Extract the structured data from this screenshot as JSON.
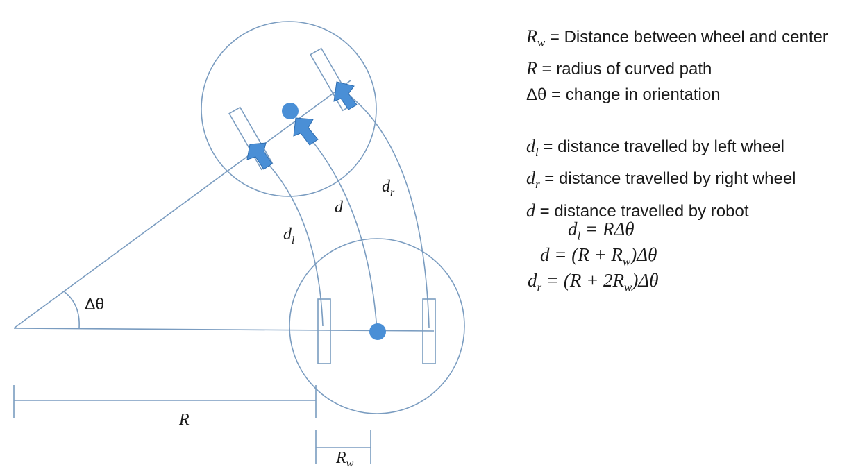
{
  "diagram_labels": {
    "delta_theta": "Δθ",
    "big_r": "R",
    "r_w_main": "R",
    "r_w_sub": "w",
    "d_l_main": "d",
    "d_l_sub": "l",
    "d_r_main": "d",
    "d_r_sub": "r",
    "d": "d"
  },
  "legend": [
    {
      "sym": "R",
      "sub": "w",
      "text": " = Distance between wheel and center"
    },
    {
      "sym": "R",
      "sub": "",
      "text": " = radius of curved path"
    },
    {
      "sym": "",
      "sub": "",
      "text": "Δθ = change in orientation"
    },
    {
      "sym": "d",
      "sub": "l",
      "text": " = distance travelled by left wheel"
    },
    {
      "sym": "d",
      "sub": "r",
      "text": " = distance travelled by right wheel"
    },
    {
      "sym": "d",
      "sub": "",
      "text": " = distance travelled by robot"
    }
  ],
  "equations": {
    "eq1": {
      "lhs": "d",
      "lhs_sub": "l",
      "rhs": " = RΔθ"
    },
    "eq2": {
      "lhs": "d",
      "rhs_a": " = (R + R",
      "rhs_sub": "w",
      "rhs_b": ")Δθ"
    },
    "eq3": {
      "lhs": "d",
      "lhs_sub": "r",
      "rhs_a": " = (R + 2R",
      "rhs_sub": "w",
      "rhs_b": ")Δθ"
    }
  },
  "colors": {
    "outline": "#7a9cc0",
    "accent": "#4a8fd6",
    "text": "#1a1a1a"
  }
}
